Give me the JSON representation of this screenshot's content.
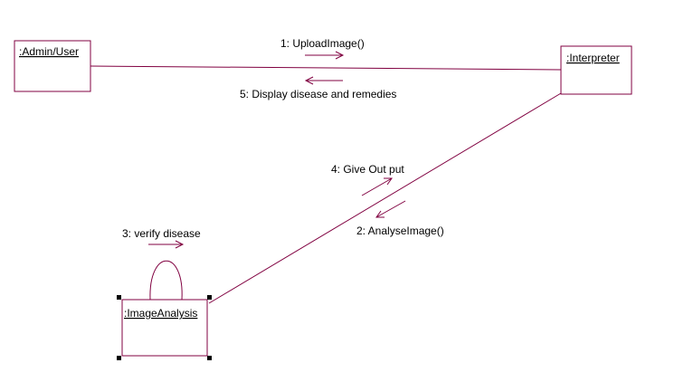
{
  "objects": {
    "admin": ":Admin/User",
    "interpreter": ":Interpreter",
    "image_analysis": ":ImageAnalysis"
  },
  "messages": {
    "m1": "1: UploadImage()",
    "m2": "2: AnalyseImage()",
    "m3": "3: verify disease",
    "m4": "4: Give Out put",
    "m5": "5: Display disease and remedies"
  },
  "colors": {
    "line": "#800040",
    "text": "#000000",
    "background": "#ffffff"
  }
}
